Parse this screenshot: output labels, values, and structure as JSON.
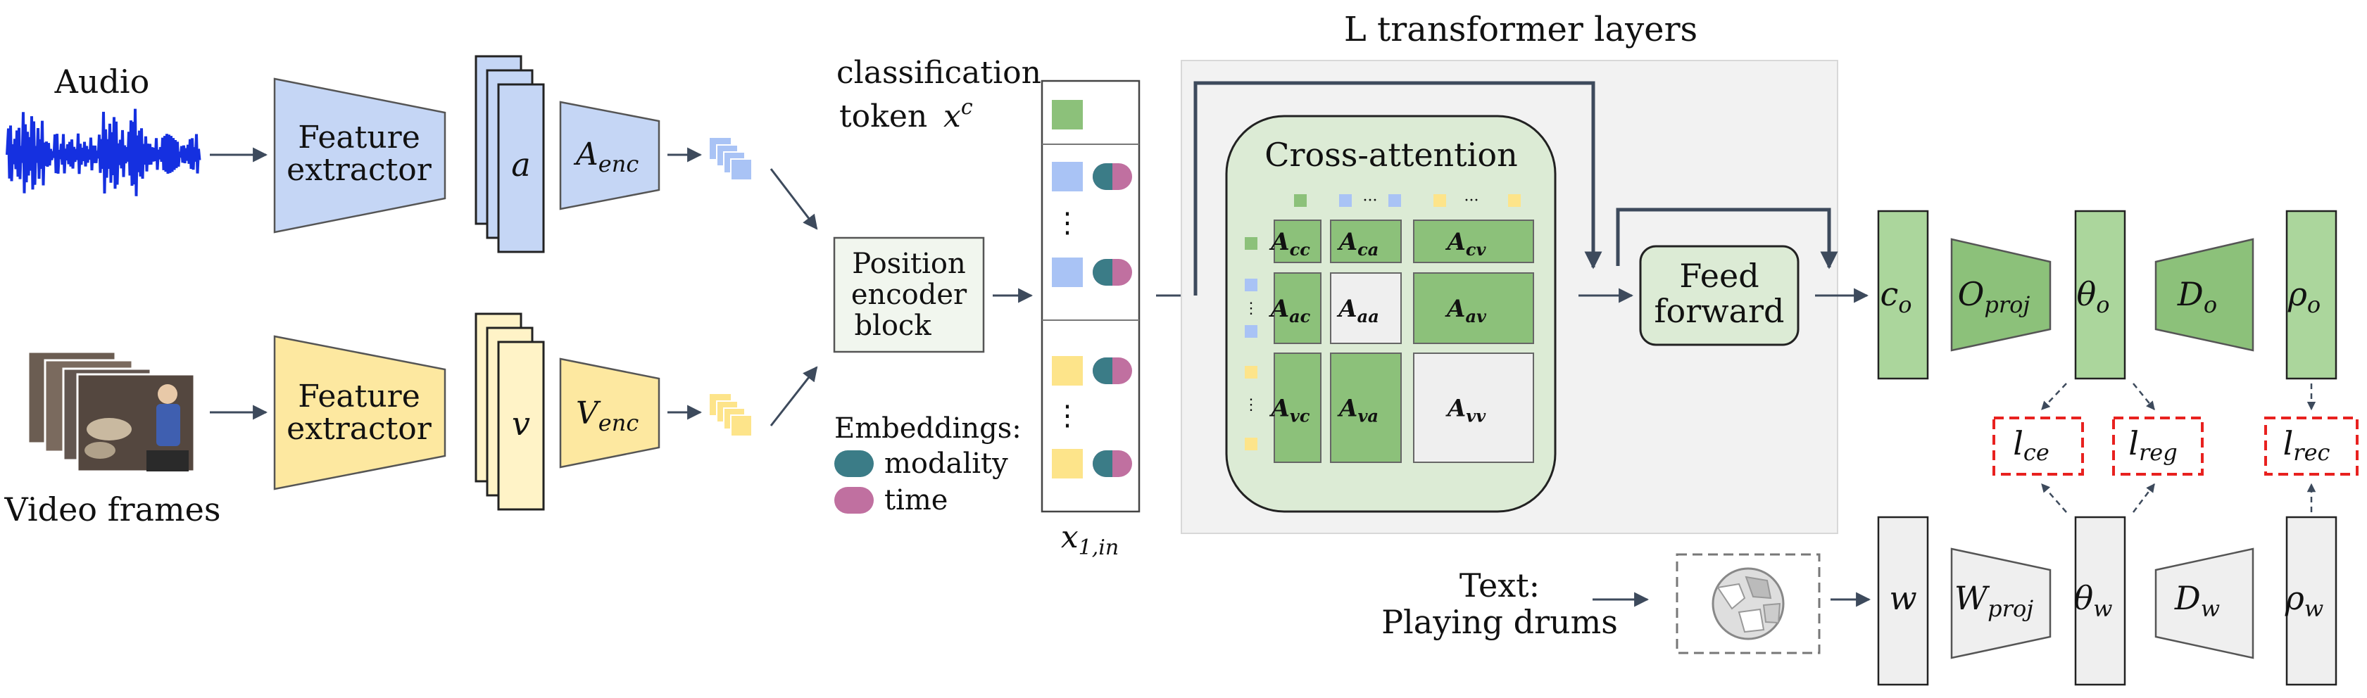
{
  "title": "L transformer layers",
  "audio": {
    "label": "Audio",
    "extractor": "Feature extractor",
    "feature": "a",
    "encoder": "A",
    "encoder_sub": "enc"
  },
  "video": {
    "label": "Video frames",
    "extractor": "Feature extractor",
    "feature": "v",
    "encoder": "V",
    "encoder_sub": "enc"
  },
  "classification": {
    "line1": "classification",
    "line2": "token",
    "symbol": "x",
    "symbol_sup": "c"
  },
  "position_encoder": {
    "line1": "Position",
    "line2": "encoder",
    "line3": "block"
  },
  "embeddings": {
    "title": "Embeddings:",
    "modality": "modality",
    "time": "time"
  },
  "input_sequence": {
    "symbol": "x",
    "subscript": "1,in",
    "ellipsis": "⋮"
  },
  "cross_attention": {
    "title": "Cross-attention",
    "cells": [
      {
        "id": "cc",
        "label": "A",
        "sub": "cc"
      },
      {
        "id": "ca",
        "label": "A",
        "sub": "ca"
      },
      {
        "id": "cv",
        "label": "A",
        "sub": "cv"
      },
      {
        "id": "ac",
        "label": "A",
        "sub": "ac"
      },
      {
        "id": "aa",
        "label": "A",
        "sub": "aa"
      },
      {
        "id": "av",
        "label": "A",
        "sub": "av"
      },
      {
        "id": "vc",
        "label": "A",
        "sub": "vc"
      },
      {
        "id": "va",
        "label": "A",
        "sub": "va"
      },
      {
        "id": "vv",
        "label": "A",
        "sub": "vv"
      }
    ]
  },
  "feed_forward": {
    "line1": "Feed",
    "line2": "forward"
  },
  "outputs_top": [
    {
      "id": "c_o",
      "label": "c",
      "sub": "o"
    },
    {
      "id": "O_proj",
      "label": "O",
      "sub": "proj"
    },
    {
      "id": "theta_o",
      "label": "θ",
      "sub": "o"
    },
    {
      "id": "D_o",
      "label": "D",
      "sub": "o"
    },
    {
      "id": "rho_o",
      "label": "ρ",
      "sub": "o"
    }
  ],
  "losses": [
    {
      "id": "l_ce",
      "label": "l",
      "sub": "ce"
    },
    {
      "id": "l_reg",
      "label": "l",
      "sub": "reg"
    },
    {
      "id": "l_rec",
      "label": "l",
      "sub": "rec"
    }
  ],
  "outputs_bottom": [
    {
      "id": "w",
      "label": "w",
      "sub": ""
    },
    {
      "id": "W_proj",
      "label": "W",
      "sub": "proj"
    },
    {
      "id": "theta_w",
      "label": "θ",
      "sub": "w"
    },
    {
      "id": "D_w",
      "label": "D",
      "sub": "w"
    },
    {
      "id": "rho_w",
      "label": "ρ",
      "sub": "w"
    }
  ],
  "text_input": {
    "line1": "Text:",
    "line2": "Playing drums"
  },
  "colors": {
    "audio": "#c5d6f5",
    "video": "#fde8a0",
    "green": "#8cc17a",
    "light_green": "#dcebd5",
    "panel": "#f2f2f2",
    "arrow": "#3d4a5c",
    "loss": "#e8211f",
    "teal": "#3b7c87",
    "pink": "#c070a0"
  }
}
